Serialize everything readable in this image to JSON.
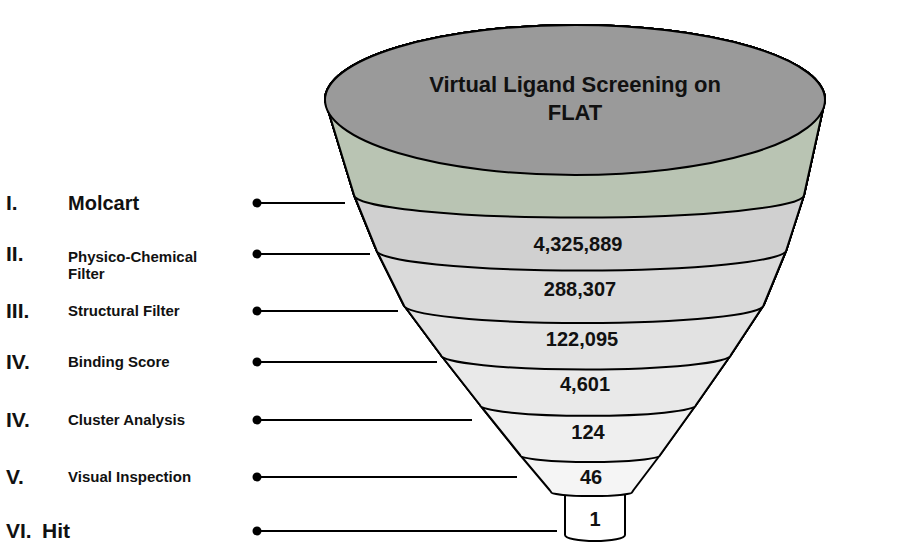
{
  "diagram": {
    "nodes": [
      {
        "text": [
          "Virtual Ligand Screening on FLAT"
        ]
      },
      {
        "text": [
          "4,325,889"
        ]
      },
      {
        "text": [
          "288,307"
        ]
      },
      {
        "text": [
          "122,095"
        ]
      },
      {
        "text": [
          "4,601"
        ]
      },
      {
        "text": [
          "124"
        ]
      },
      {
        "text": [
          "46"
        ]
      },
      {
        "text": [
          "1"
        ]
      }
    ],
    "labels": [
      "I.",
      "Molcart",
      "II.",
      "Physico-Chemical Filter",
      "III.",
      "Structural Filter",
      "IV.",
      "Binding Score",
      "IV.",
      "Cluster Analysis",
      "V.",
      "Visual Inspection",
      "VI.",
      "Hit"
    ]
  }
}
